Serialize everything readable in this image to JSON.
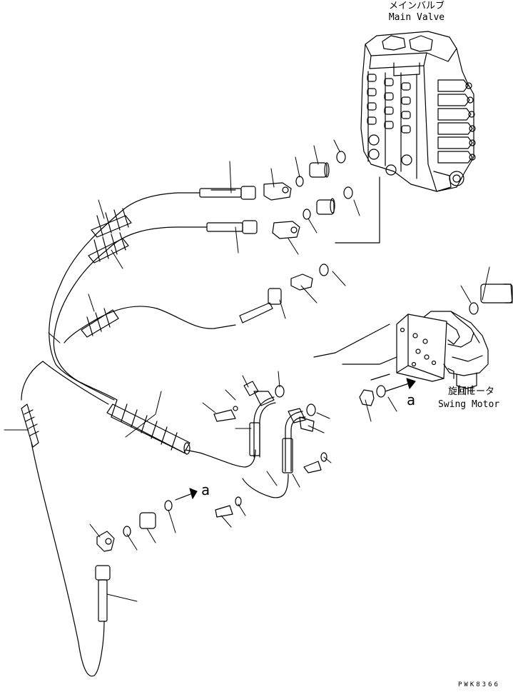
{
  "labels": {
    "main_valve_jp": "メインバルブ",
    "main_valve_en": "Main Valve",
    "swing_motor_jp": "旋回モータ",
    "swing_motor_en": "Swing Motor",
    "view_a_right": "a",
    "view_a_left": "a",
    "drawing_code": "PWK8366"
  },
  "icons": {
    "main_valve": "main-valve-icon",
    "swing_motor": "swing-motor-icon",
    "arrow": "arrow-icon"
  }
}
